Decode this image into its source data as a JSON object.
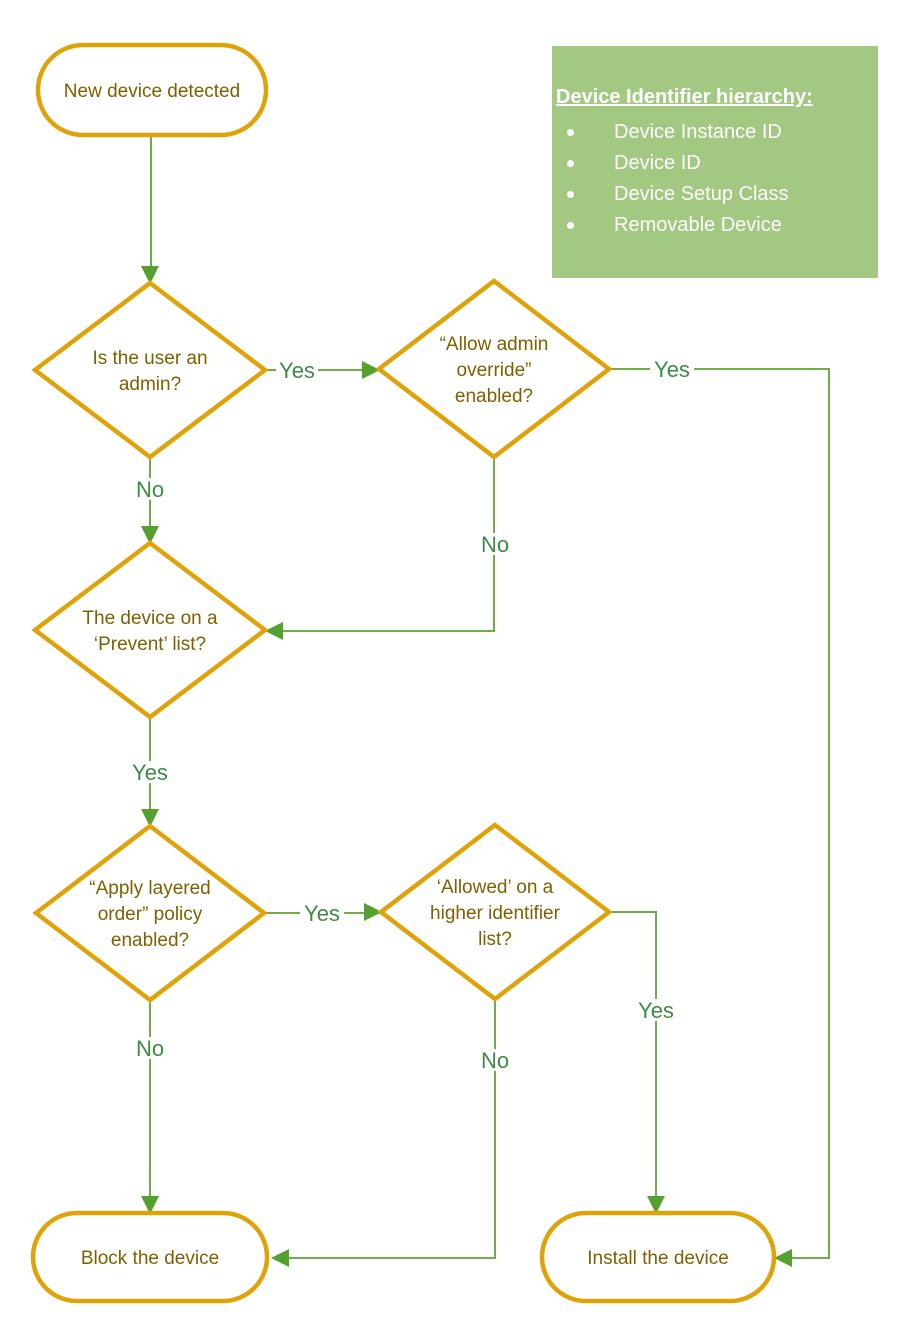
{
  "palette": {
    "node_border": "#DFA309",
    "node_text": "#7F6000",
    "connector_green": "#72AB4A",
    "arrowhead_green": "#55A12F",
    "edge_label_green": "#3E8A46",
    "info_box_bg": "#A3C882",
    "info_box_text": "#FFFFFF"
  },
  "nodes": {
    "start": {
      "label": "New device detected"
    },
    "admin": {
      "lines": [
        "Is the user an",
        "admin?"
      ]
    },
    "override": {
      "lines": [
        "“Allow admin",
        "override”",
        "enabled?"
      ]
    },
    "prevent": {
      "lines": [
        "The device on a",
        "‘Prevent’ list?"
      ]
    },
    "layered": {
      "lines": [
        "“Apply layered",
        "order” policy",
        "enabled?"
      ]
    },
    "allowed": {
      "lines": [
        "‘Allowed’ on a",
        "higher identifier",
        "list?"
      ]
    },
    "block": {
      "label": "Block the device"
    },
    "install": {
      "label": "Install the device"
    }
  },
  "edges": {
    "admin_yes": "Yes",
    "admin_no": "No",
    "override_yes": "Yes",
    "override_no": "No",
    "prevent_yes": "Yes",
    "layered_yes": "Yes",
    "layered_no": "No",
    "allowed_yes": "Yes",
    "allowed_no": "No"
  },
  "info_box": {
    "title": "Device Identifier hierarchy:",
    "items": [
      "Device Instance ID",
      "Device ID",
      "Device Setup Class",
      "Removable Device"
    ]
  }
}
